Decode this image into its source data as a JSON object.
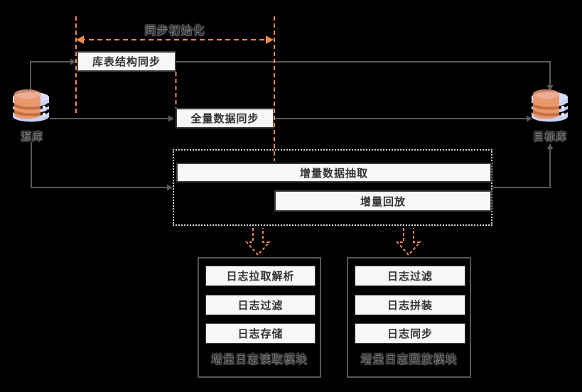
{
  "diagram": {
    "title": "同步初始化",
    "source_db_label": "源库",
    "target_db_label": "目标库",
    "steps": {
      "schema_sync": "库表结构同步",
      "full_data_sync": "全量数据同步",
      "incremental_extract": "增量数据抽取",
      "incremental_replay": "增量回放"
    },
    "reader_module": {
      "label": "增量日志读取模块",
      "items": [
        "日志拉取解析",
        "日志过滤",
        "日志存储"
      ]
    },
    "replay_module": {
      "label": "增量日志回放模块",
      "items": [
        "日志过滤",
        "日志拼装",
        "日志同步"
      ]
    },
    "icons": {
      "source": "database-icon",
      "target": "database-icon",
      "range_arrow": "double-headed-dashed-arrow",
      "module_arrows": "dashed-block-arrow-down"
    },
    "colors": {
      "background": "#000000",
      "accent_orange": "#ED8A4E",
      "line_gray": "#585858",
      "box_fill": "#F7F7F7",
      "box_border": "#3A3A3A",
      "dotted_border": "#D9D9D9",
      "db_blue": "#C9D3F8",
      "db_orange": "#EF8A50",
      "text_dark": "#333333"
    }
  }
}
